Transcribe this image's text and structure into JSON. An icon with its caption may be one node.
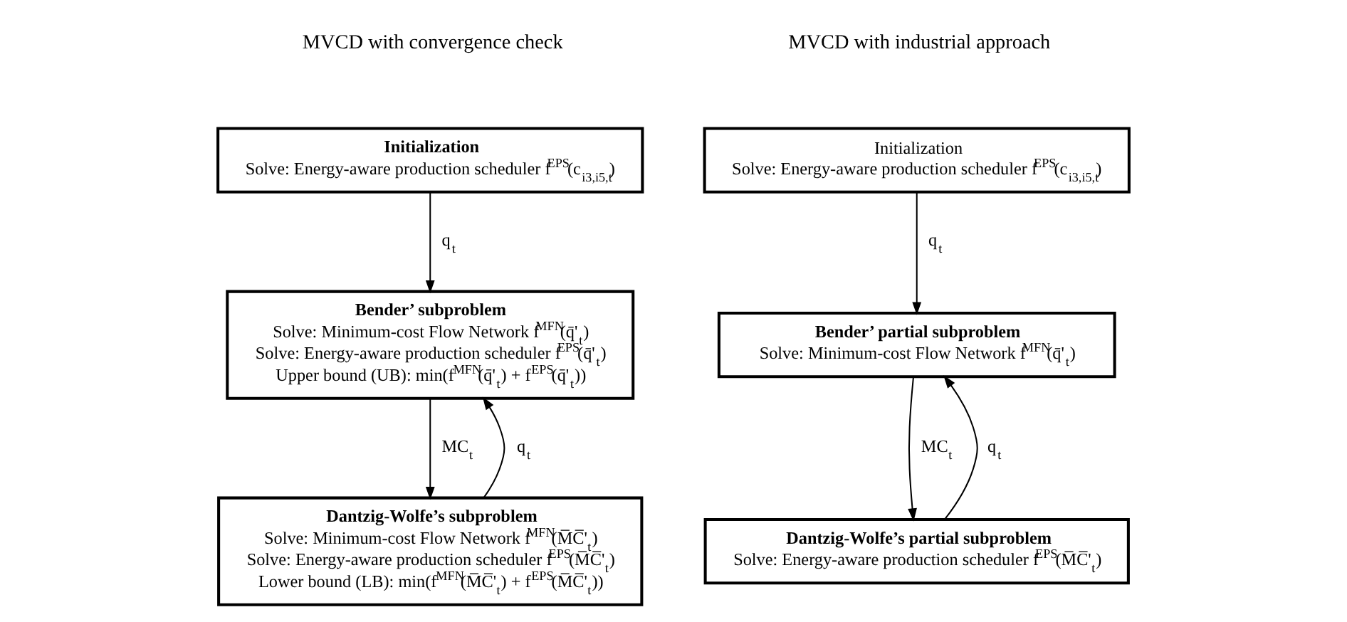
{
  "diagram": {
    "nodes": [
      {
        "text": [
          "Initialization",
          "Solve: Energy-aware production scheduler f$^{EPS}$(c$_{i3,i5,t}$)"
        ]
      },
      {
        "text": [
          "Bender’ subproblem",
          "Solve: Minimum-cost Flow Network f$^{MFN}$(q̄'$_{t}$)",
          "Solve: Energy-aware production scheduler f$^{EPS}$(q̄'$_{t}$)",
          "Upper bound (UB): min(f$^{MFN}$(q̄'$_{t}$) + f$^{EPS}$(q̄'$_{t}$))"
        ]
      },
      {
        "text": [
          "Dantzig-Wolfe’s subproblem",
          "Solve: Minimum-cost Flow Network f$^{MFN}$(M̅C̅'$_{t}$)",
          "Solve: Energy-aware production scheduler f$^{EPS}$(M̅C̅'$_{t}$)",
          "Lower bound (LB): min(f$^{MFN}$(M̅C̅'$_{t}$) + f$^{EPS}$(M̅C̅'$_{t}$))"
        ]
      },
      {
        "text": [
          "Initialization",
          "Solve: Energy-aware production scheduler f$^{EPS}$(c$_{i3,i5,t}$)"
        ]
      },
      {
        "text": [
          "Bender’ partial subproblem",
          "Solve: Minimum-cost Flow Network f$^{MFN}$(q̄'$_{t}$)"
        ]
      },
      {
        "text": [
          "Dantzig-Wolfe’s partial subproblem",
          "Solve: Energy-aware production scheduler f$^{EPS}$(M̅C̅'$_{t}$)"
        ]
      }
    ],
    "edges": [
      {
        "from": 0,
        "to": 1,
        "arrow": "to",
        "label": "q$_{t}$"
      },
      {
        "from": 1,
        "to": 2,
        "arrow": "to",
        "label": "MC$_{t}$"
      },
      {
        "from": 2,
        "to": 1,
        "arrow": "to",
        "label": "q$_{t}$"
      },
      {
        "from": 3,
        "to": 4,
        "arrow": "to",
        "label": "q$_{t}$"
      },
      {
        "from": 4,
        "to": 5,
        "arrow": "to",
        "label": "MC$_{t}$"
      },
      {
        "from": 5,
        "to": 4,
        "arrow": "to",
        "label": "q$_{t}$"
      }
    ],
    "labels": [
      "MVCD with convergence check",
      "MVCD with industrial approach"
    ]
  }
}
